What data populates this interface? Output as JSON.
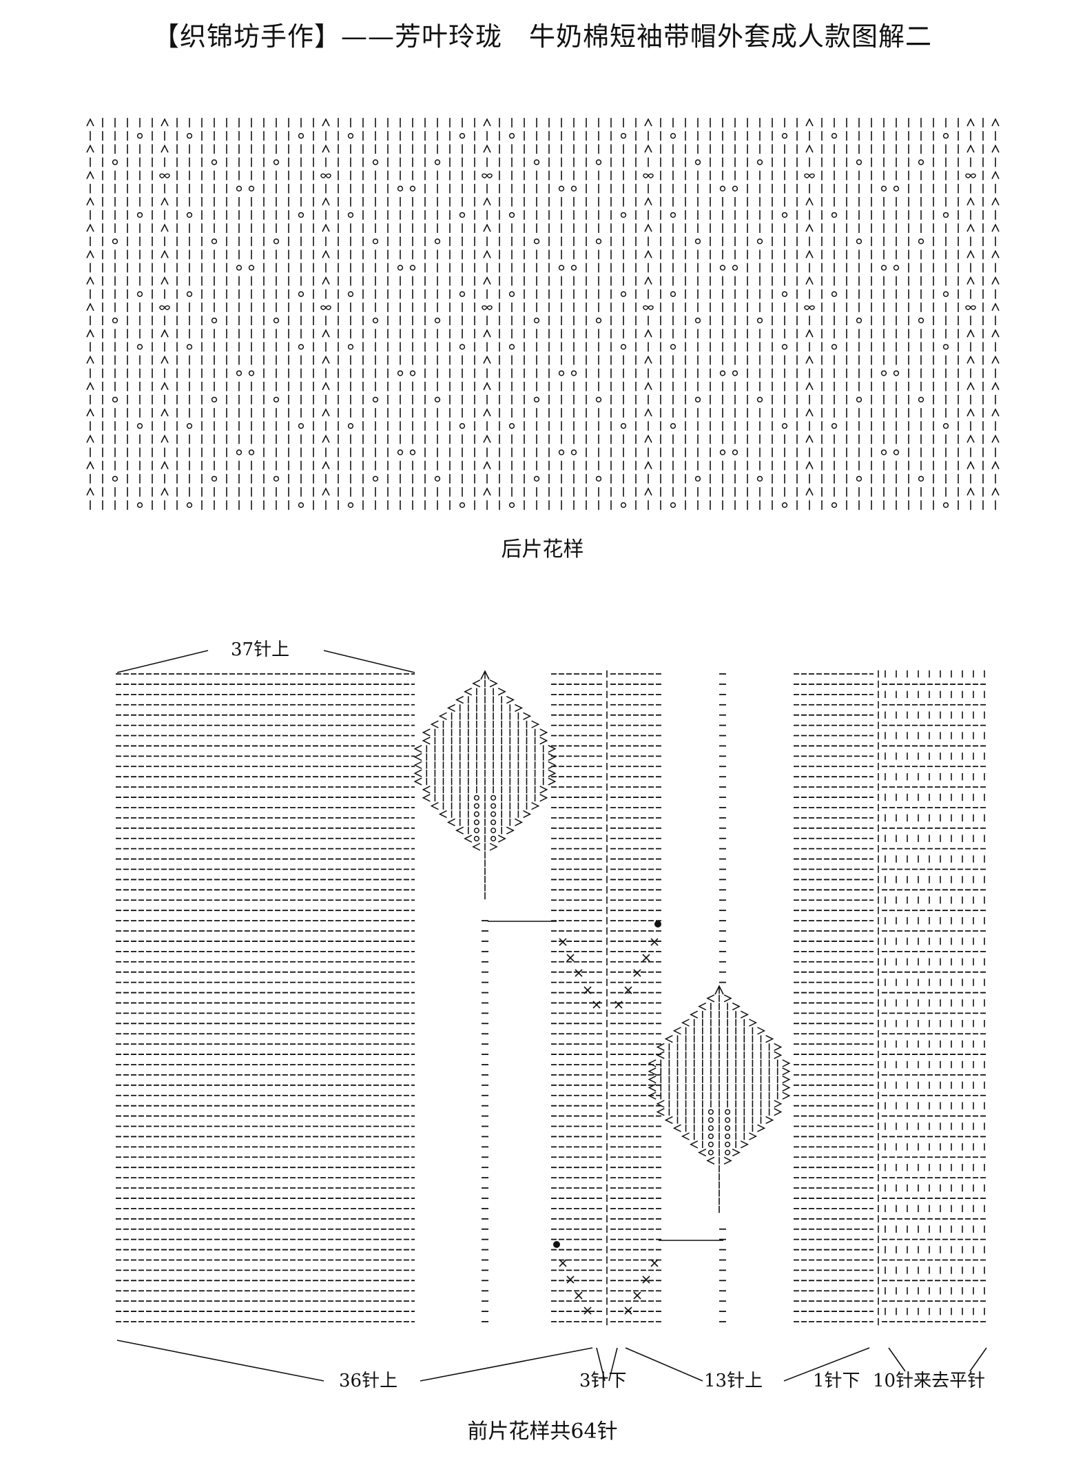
{
  "header": {
    "title": "【织锦坊手作】——芳叶玲珑　牛奶棉短袖带帽外套成人款图解二"
  },
  "back_chart": {
    "caption": "后片花样"
  },
  "front_chart": {
    "caption": "前片花样共64针",
    "labels": {
      "top_left": "37针上",
      "bottom_1": "36针上",
      "bottom_2": "3针下",
      "bottom_3": "13针上",
      "bottom_4": "1针下",
      "bottom_5": "10针来去平针"
    }
  },
  "symbols": {
    "knit": "|",
    "purl": "—",
    "yarn_over": "o",
    "decrease": "∧",
    "twist": "∞",
    "cross": "×"
  }
}
